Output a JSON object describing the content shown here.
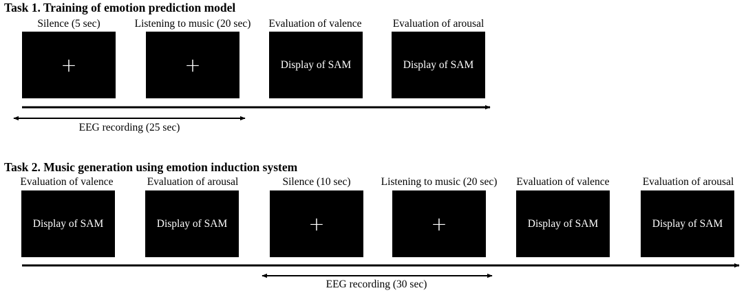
{
  "task1": {
    "title": "Task 1. Training of emotion prediction model",
    "steps": [
      {
        "label": "Silence (5 sec)",
        "screen_text": "+",
        "screen_type": "fixation-cross"
      },
      {
        "label": "Listening to music (20 sec)",
        "screen_text": "+",
        "screen_type": "fixation-cross"
      },
      {
        "label": "Evaluation of valence",
        "screen_text": "Display of SAM",
        "screen_type": "sam"
      },
      {
        "label": "Evaluation of arousal",
        "screen_text": "Display of SAM",
        "screen_type": "sam"
      }
    ],
    "eeg_label": "EEG recording (25 sec)"
  },
  "task2": {
    "title": "Task 2. Music generation using emotion induction system",
    "steps": [
      {
        "label": "Evaluation of valence",
        "screen_text": "Display of SAM",
        "screen_type": "sam"
      },
      {
        "label": "Evaluation of arousal",
        "screen_text": "Display of SAM",
        "screen_type": "sam"
      },
      {
        "label": "Silence (10 sec)",
        "screen_text": "+",
        "screen_type": "fixation-cross"
      },
      {
        "label": "Listening to music (20 sec)",
        "screen_text": "+",
        "screen_type": "fixation-cross"
      },
      {
        "label": "Evaluation of valence",
        "screen_text": "Display of SAM",
        "screen_type": "sam"
      },
      {
        "label": "Evaluation of arousal",
        "screen_text": "Display of SAM",
        "screen_type": "sam"
      }
    ],
    "eeg_label": "EEG recording (30 sec)"
  },
  "colors": {
    "screen_background": "#000000",
    "screen_text": "#ffffff",
    "line": "#000000"
  }
}
